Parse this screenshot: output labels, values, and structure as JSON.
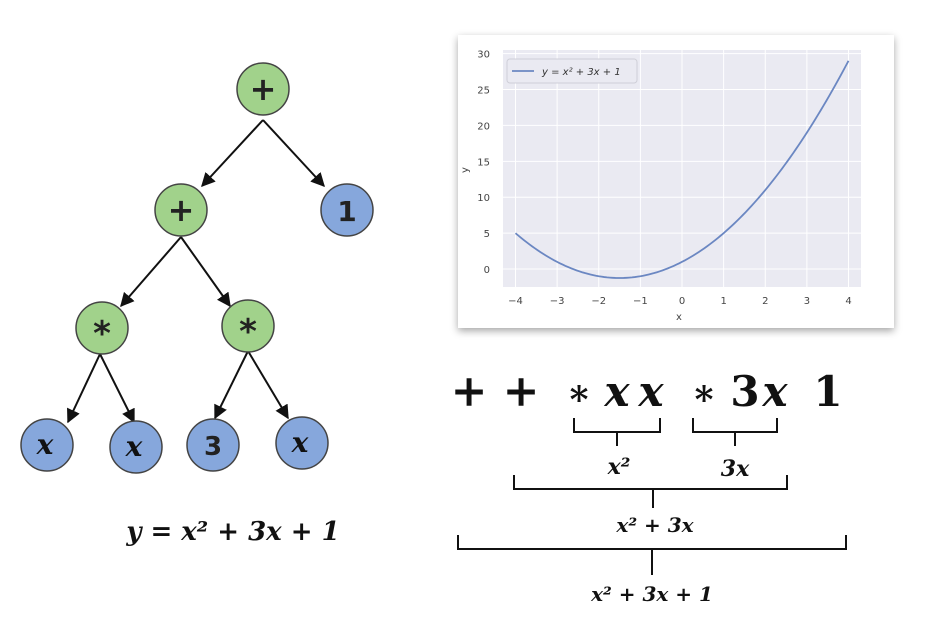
{
  "tree": {
    "colors": {
      "operator": "#a1d28b",
      "operand": "#86a7dc"
    },
    "nodes": [
      {
        "id": "n-root",
        "label": "+",
        "kind": "operator"
      },
      {
        "id": "n-plus2",
        "label": "+",
        "kind": "operator"
      },
      {
        "id": "n-one",
        "label": "1",
        "kind": "operand"
      },
      {
        "id": "n-mul1",
        "label": "*",
        "kind": "operator"
      },
      {
        "id": "n-mul2",
        "label": "*",
        "kind": "operator"
      },
      {
        "id": "n-x1",
        "label": "x",
        "kind": "variable"
      },
      {
        "id": "n-x2",
        "label": "x",
        "kind": "variable"
      },
      {
        "id": "n-three",
        "label": "3",
        "kind": "operand"
      },
      {
        "id": "n-x3",
        "label": "x",
        "kind": "variable"
      }
    ],
    "equation": "y = x² + 3x + 1"
  },
  "chart_data": {
    "type": "line",
    "series": [
      {
        "name": "y = x² + 3x + 1",
        "formula": "x^2 + 3x + 1",
        "x": [
          -4,
          -3.5,
          -3,
          -2.5,
          -2,
          -1.5,
          -1,
          -0.5,
          0,
          0.5,
          1,
          1.5,
          2,
          2.5,
          3,
          3.5,
          4
        ],
        "y": [
          5,
          2.75,
          1,
          -0.25,
          -1,
          -1.25,
          -1,
          -0.25,
          1,
          2.75,
          5,
          7.75,
          11,
          14.25,
          19,
          23.75,
          29
        ]
      }
    ],
    "xlabel": "x",
    "ylabel": "y",
    "xlim": [
      -4.3,
      4.3
    ],
    "ylim": [
      -2.5,
      30.5
    ],
    "xticks": [
      "−4",
      "−3",
      "−2",
      "−1",
      "0",
      "1",
      "2",
      "3",
      "4"
    ],
    "yticks": [
      "0",
      "5",
      "10",
      "15",
      "20",
      "25",
      "30"
    ],
    "grid": true,
    "legend": "top-left",
    "line_color": "#6b87c2",
    "background": "#eaeaf2"
  },
  "prefix": {
    "tokens": [
      "+",
      "+",
      "*",
      "x",
      "x",
      "*",
      "3",
      "x",
      "1"
    ],
    "brace1": "x²",
    "brace2": "3x",
    "brace3": "x² + 3x",
    "brace4": "x² + 3x + 1"
  }
}
